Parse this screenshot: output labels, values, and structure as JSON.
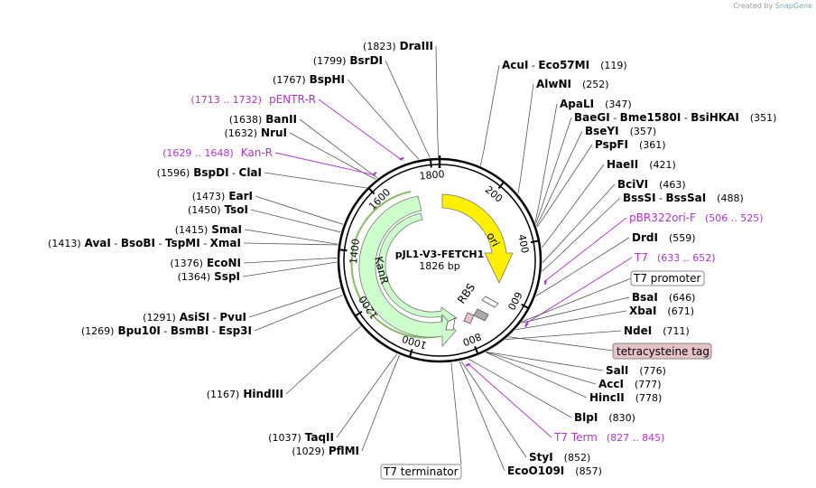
{
  "credit": {
    "prefix": "Created by",
    "brand": "SnapGene"
  },
  "plasmid": {
    "name": "pJL1-V3-FETCH1",
    "size_label": "1826 bp",
    "length": 1826
  },
  "ticks": [
    "200",
    "400",
    "600",
    "800",
    "1000",
    "1200",
    "1400",
    "1600",
    "1800"
  ],
  "features": [
    {
      "name": "ori",
      "color": "#ffef00",
      "label": "ori"
    },
    {
      "name": "KanR",
      "color": "#ccffcc",
      "label": "KanR"
    },
    {
      "name": "RBS",
      "label": "RBS"
    }
  ],
  "sites_right": [
    {
      "pos": "(119)",
      "names": [
        "AcuI",
        "Eco57MI"
      ]
    },
    {
      "pos": "(252)",
      "names": [
        "AlwNI"
      ]
    },
    {
      "pos": "(347)",
      "names": [
        "ApaLI"
      ]
    },
    {
      "pos": "(351)",
      "names": [
        "BaeGI",
        "Bme1580I",
        "BsiHKAI"
      ]
    },
    {
      "pos": "(357)",
      "names": [
        "BseYI"
      ]
    },
    {
      "pos": "(361)",
      "names": [
        "PspFI"
      ]
    },
    {
      "pos": "(421)",
      "names": [
        "HaeII"
      ]
    },
    {
      "pos": "(463)",
      "names": [
        "BciVI"
      ]
    },
    {
      "pos": "(488)",
      "names": [
        "BssSI",
        "BssSaI"
      ]
    },
    {
      "pos": "(559)",
      "names": [
        "DrdI"
      ]
    },
    {
      "pos": "(646)",
      "names": [
        "BsaI"
      ]
    },
    {
      "pos": "(671)",
      "names": [
        "XbaI"
      ]
    },
    {
      "pos": "(711)",
      "names": [
        "NdeI"
      ]
    },
    {
      "pos": "(776)",
      "names": [
        "SalI"
      ]
    },
    {
      "pos": "(777)",
      "names": [
        "AccI"
      ]
    },
    {
      "pos": "(778)",
      "names": [
        "HincII"
      ]
    },
    {
      "pos": "(830)",
      "names": [
        "BlpI"
      ]
    },
    {
      "pos": "(852)",
      "names": [
        "StyI"
      ]
    },
    {
      "pos": "(857)",
      "names": [
        "EcoO109I"
      ]
    }
  ],
  "sites_left": [
    {
      "pos": "(1823)",
      "names": [
        "DraIII"
      ]
    },
    {
      "pos": "(1799)",
      "names": [
        "BsrDI"
      ]
    },
    {
      "pos": "(1767)",
      "names": [
        "BspHI"
      ]
    },
    {
      "pos": "(1638)",
      "names": [
        "BanII"
      ]
    },
    {
      "pos": "(1632)",
      "names": [
        "NruI"
      ]
    },
    {
      "pos": "(1596)",
      "names": [
        "BspDI",
        "ClaI"
      ]
    },
    {
      "pos": "(1473)",
      "names": [
        "EarI"
      ]
    },
    {
      "pos": "(1450)",
      "names": [
        "TsoI"
      ]
    },
    {
      "pos": "(1415)",
      "names": [
        "SmaI"
      ]
    },
    {
      "pos": "(1413)",
      "names": [
        "AvaI",
        "BsoBI",
        "TspMI",
        "XmaI"
      ]
    },
    {
      "pos": "(1376)",
      "names": [
        "EcoNI"
      ]
    },
    {
      "pos": "(1364)",
      "names": [
        "SspI"
      ]
    },
    {
      "pos": "(1291)",
      "names": [
        "AsiSI",
        "PvuI"
      ]
    },
    {
      "pos": "(1269)",
      "names": [
        "Bpu10I",
        "BsmBI",
        "Esp3I"
      ]
    },
    {
      "pos": "(1167)",
      "names": [
        "HindIII"
      ]
    },
    {
      "pos": "(1037)",
      "names": [
        "TaqII"
      ]
    },
    {
      "pos": "(1029)",
      "names": [
        "PflMI"
      ]
    }
  ],
  "primers": [
    {
      "name": "pBR322ori-F",
      "range": "(506 .. 525)"
    },
    {
      "name": "T7",
      "range": "(633 .. 652)"
    },
    {
      "name": "T7 Term",
      "range": "(827 .. 845)"
    },
    {
      "name": "pENTR-R",
      "range": "(1713 .. 1732)"
    },
    {
      "name": "Kan-R",
      "range": "(1629 .. 1648)"
    }
  ],
  "boxed_labels": {
    "t7_promoter": "T7 promoter",
    "tetracysteine": "tetracysteine tag",
    "t7_terminator": "T7 terminator"
  },
  "colors": {
    "primer": "#b431d8",
    "ori": "#ffef00",
    "kanr": "#ccffcc",
    "kanr_outline": "#3c8c00",
    "tag_fill": "#e5c1c8"
  }
}
